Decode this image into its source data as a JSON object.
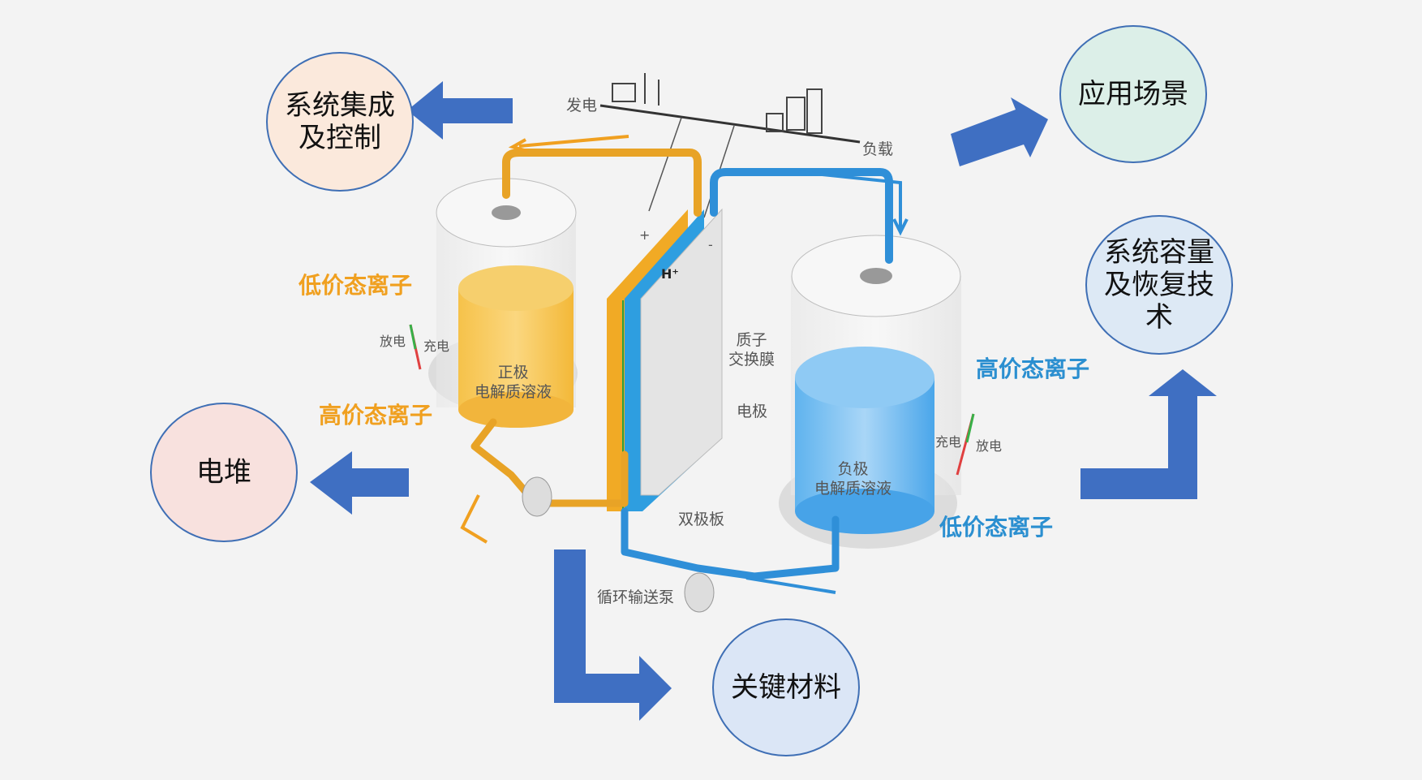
{
  "circles": {
    "system_integration": "系统集成\n及控制",
    "application": "应用场景",
    "capacity": "系统容量\n及恢复技\n术",
    "stack": "电堆",
    "key_materials": "关键材料"
  },
  "ions": {
    "left_low": "低价态离子",
    "left_high": "高价态离子",
    "right_high": "高价态离子",
    "right_low": "低价态离子"
  },
  "labels": {
    "generation": "发电",
    "load": "负载",
    "positive_electrolyte": "正极\n电解质溶液",
    "negative_electrolyte": "负极\n电解质溶液",
    "proton_membrane": "质子\n交换膜",
    "electrode": "电极",
    "bipolar_plate": "双极板",
    "pump": "循环输送泵",
    "discharge_left": "放电",
    "charge_left": "充电",
    "charge_right": "充电",
    "discharge_right": "放电",
    "plus": "+",
    "minus": "-",
    "proton": "H⁺"
  },
  "colors": {
    "circle_system": "#fbe9dc",
    "circle_application": "#dcefe8",
    "circle_capacity": "#dde9f5",
    "circle_stack": "#f8e1de",
    "circle_materials": "#dbe6f6",
    "arrow_blue": "#3f6fc2",
    "orange_ion": "#f0a020",
    "blue_ion": "#2b8fd0"
  }
}
